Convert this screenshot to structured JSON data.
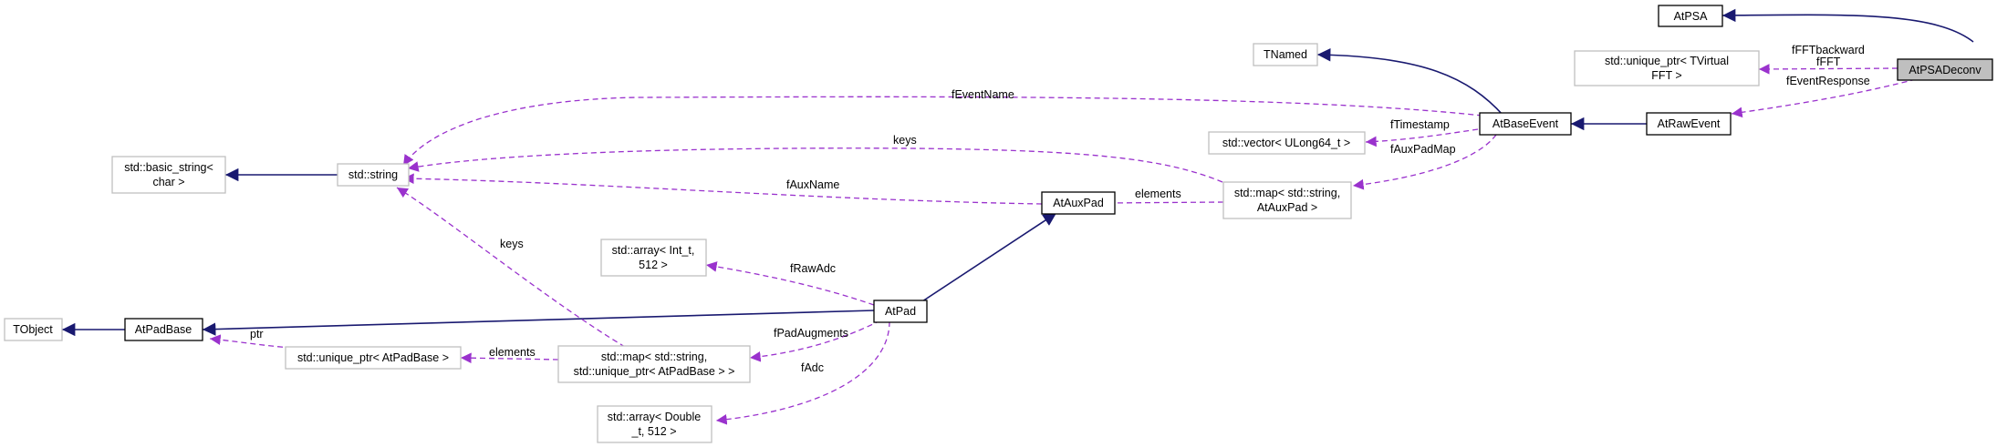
{
  "diagram": {
    "nodes": {
      "AtPSADeconv": "AtPSADeconv",
      "AtPSA": "AtPSA",
      "unique_ptr_TVirtualFFT_l1": "std::unique_ptr< TVirtual",
      "unique_ptr_TVirtualFFT_l2": "FFT >",
      "AtRawEvent": "AtRawEvent",
      "AtBaseEvent": "AtBaseEvent",
      "TNamed": "TNamed",
      "vector_ULong64": "std::vector< ULong64_t >",
      "map_AtAuxPad_l1": "std::map< std::string,",
      "map_AtAuxPad_l2": "AtAuxPad >",
      "AtAuxPad": "AtAuxPad",
      "std_string": "std::string",
      "basic_string_l1": "std::basic_string<",
      "basic_string_l2": "char >",
      "array_Int_l1": "std::array< Int_t,",
      "array_Int_l2": "512 >",
      "AtPad": "AtPad",
      "AtPadBase": "AtPadBase",
      "TObject": "TObject",
      "unique_ptr_AtPadBase": "std::unique_ptr< AtPadBase >",
      "map_AtPadBase_l1": "std::map< std::string,",
      "map_AtPadBase_l2": "std::unique_ptr< AtPadBase > >",
      "array_Double_l1": "std::array< Double",
      "array_Double_l2": "_t, 512 >"
    },
    "edge_labels": {
      "fFFTbackward": "fFFTbackward",
      "fFFT": "fFFT",
      "fEventResponse": "fEventResponse",
      "fEventName": "fEventName",
      "fTimestamp": "fTimestamp",
      "fAuxPadMap": "fAuxPadMap",
      "keys_top": "keys",
      "fAuxName": "fAuxName",
      "elements_aux": "elements",
      "keys_left": "keys",
      "fRawAdc": "fRawAdc",
      "ptr": "ptr",
      "elements_pad": "elements",
      "fPadAugments": "fPadAugments",
      "fAdc": "fAdc"
    },
    "colors": {
      "inheritance_edge": "#191970",
      "member_edge": "#9a32cd",
      "grey_border": "#bfbfbf",
      "focus_fill": "#bfbfbf"
    }
  }
}
